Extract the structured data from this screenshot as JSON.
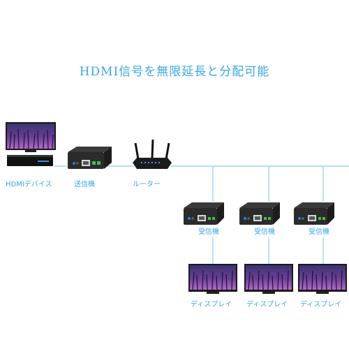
{
  "title": "HDMI信号を無限延長と分配可能",
  "labels": {
    "hdmi_device": "HDMIデバイス",
    "sender": "送信機",
    "router": "ルーター",
    "receiver_1": "受信機",
    "receiver_2": "受信機",
    "receiver_3": "受信機",
    "display_1": "ディスプレイ",
    "display_2": "ディスプレイ",
    "display_3": "ディスプレイ"
  },
  "colors": {
    "accent": "#3aa7e6",
    "line": "#8fcbef",
    "device": "#2b2b2b",
    "led_green": "#3cc24a",
    "led_blue": "#2f7fd8",
    "screen_top": "#2a2356",
    "screen_bottom": "#7a3f9a"
  }
}
